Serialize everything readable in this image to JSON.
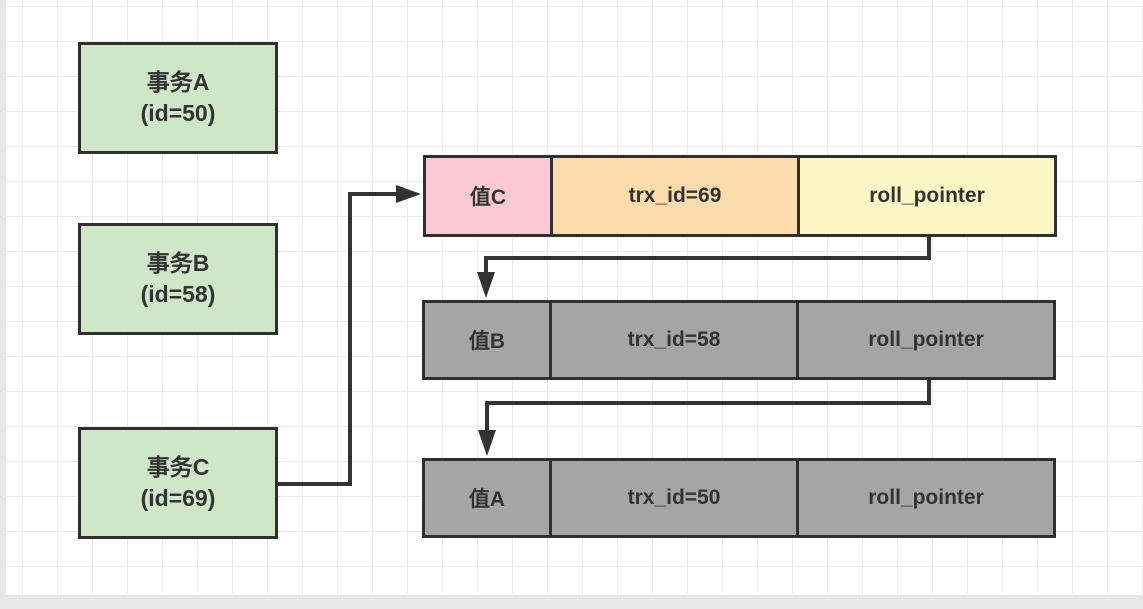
{
  "diagram": {
    "transactions": [
      {
        "title": "事务A",
        "subtitle": "(id=50)"
      },
      {
        "title": "事务B",
        "subtitle": "(id=58)"
      },
      {
        "title": "事务C",
        "subtitle": "(id=69)"
      }
    ],
    "version_chain": [
      {
        "cells": [
          {
            "label": "值C",
            "fill": "#fac9d3"
          },
          {
            "label": "trx_id=69",
            "fill": "#fcdcab"
          },
          {
            "label": "roll_pointer",
            "fill": "#fbf7c4"
          }
        ]
      },
      {
        "cells": [
          {
            "label": "值B",
            "fill": "#a5a5a5"
          },
          {
            "label": "trx_id=58",
            "fill": "#a5a5a5"
          },
          {
            "label": "roll_pointer",
            "fill": "#a5a5a5"
          }
        ]
      },
      {
        "cells": [
          {
            "label": "值A",
            "fill": "#a5a5a5"
          },
          {
            "label": "trx_id=50",
            "fill": "#a5a5a5"
          },
          {
            "label": "roll_pointer",
            "fill": "#a5a5a5"
          }
        ]
      }
    ],
    "colors": {
      "transaction_fill": "#cfe6c8",
      "border": "#2f2f2f",
      "arrow": "#333333",
      "grid_line": "#ececec",
      "canvas_bg": "#ffffff",
      "value_c_fill": "#fac9d3",
      "trx_69_fill": "#fcdcab",
      "roll_pointer_fill": "#fbf7c4",
      "undo_row_fill": "#a5a5a5"
    }
  }
}
